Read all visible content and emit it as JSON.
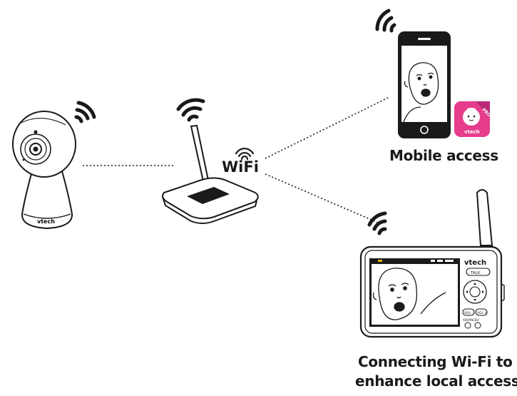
{
  "network": {
    "wifi_label": "WiFi"
  },
  "camera": {
    "brand": "vtech"
  },
  "app_icon": {
    "brand": "vtech",
    "badge": "PRO",
    "color": "#e63c8c"
  },
  "parent_unit": {
    "brand": "vtech",
    "buttons": [
      "TALK",
      "VOL -",
      "VOL +",
      "ADVANCED"
    ]
  },
  "captions": {
    "mobile": "Mobile access",
    "local_line1": "Connecting Wi-Fi to",
    "local_line2": "enhance local access"
  },
  "colors": {
    "ink": "#1a1a1a",
    "screen": "#ffffff"
  }
}
